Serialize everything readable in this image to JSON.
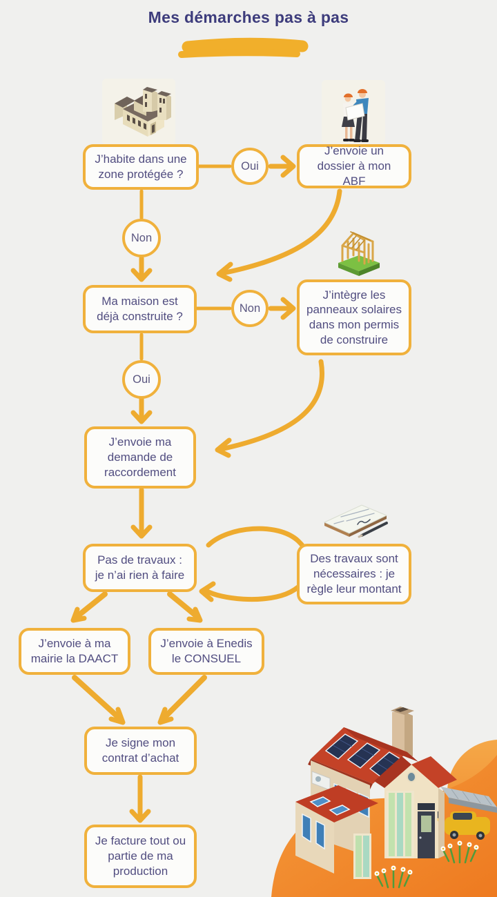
{
  "header": {
    "title": "Mes démarches pas à pas"
  },
  "colors": {
    "background": "#f0f0ee",
    "accent_amber": "#eeab2f",
    "box_border": "#f0b13c",
    "box_background": "#fcfcfa",
    "box_text": "#514d80",
    "title_text": "#3d3c7c",
    "blob_orange": "#ef7d24",
    "roof_red": "#c44227"
  },
  "flow": {
    "nodes": {
      "zone_protegee": {
        "label": "J’habite dans une zone protégée ?"
      },
      "dossier_abf": {
        "label": "J’envoie un dossier à mon ABF"
      },
      "maison_construite": {
        "label": "Ma maison est déjà construite ?"
      },
      "permis_construire": {
        "label": "J’intègre les panneaux solaires dans mon permis de construire"
      },
      "demande_raccordement": {
        "label": "J’envoie ma demande de raccordement"
      },
      "pas_de_travaux": {
        "label": "Pas de travaux : je n’ai rien à faire"
      },
      "travaux_necessaires": {
        "label": "Des travaux sont nécessaires : je règle leur montant"
      },
      "daact": {
        "label": "J’envoie à ma mairie la DAACT"
      },
      "consuel": {
        "label": "J’envoie à Enedis le CONSUEL"
      },
      "contrat_achat": {
        "label": "Je signe mon contrat d’achat"
      },
      "facture_production": {
        "label": "Je facture tout ou partie de ma production"
      }
    },
    "decisions": {
      "oui1": "Oui",
      "non1": "Non",
      "non2": "Non",
      "oui2": "Oui"
    },
    "icons": {
      "zone_protegee": "cathedral-icon",
      "dossier_abf": "couple-architects-icon",
      "permis_construire": "house-frame-construction-icon",
      "travaux_necessaires": "checkbook-pen-icon",
      "footer": "solar-house-illustration"
    }
  }
}
